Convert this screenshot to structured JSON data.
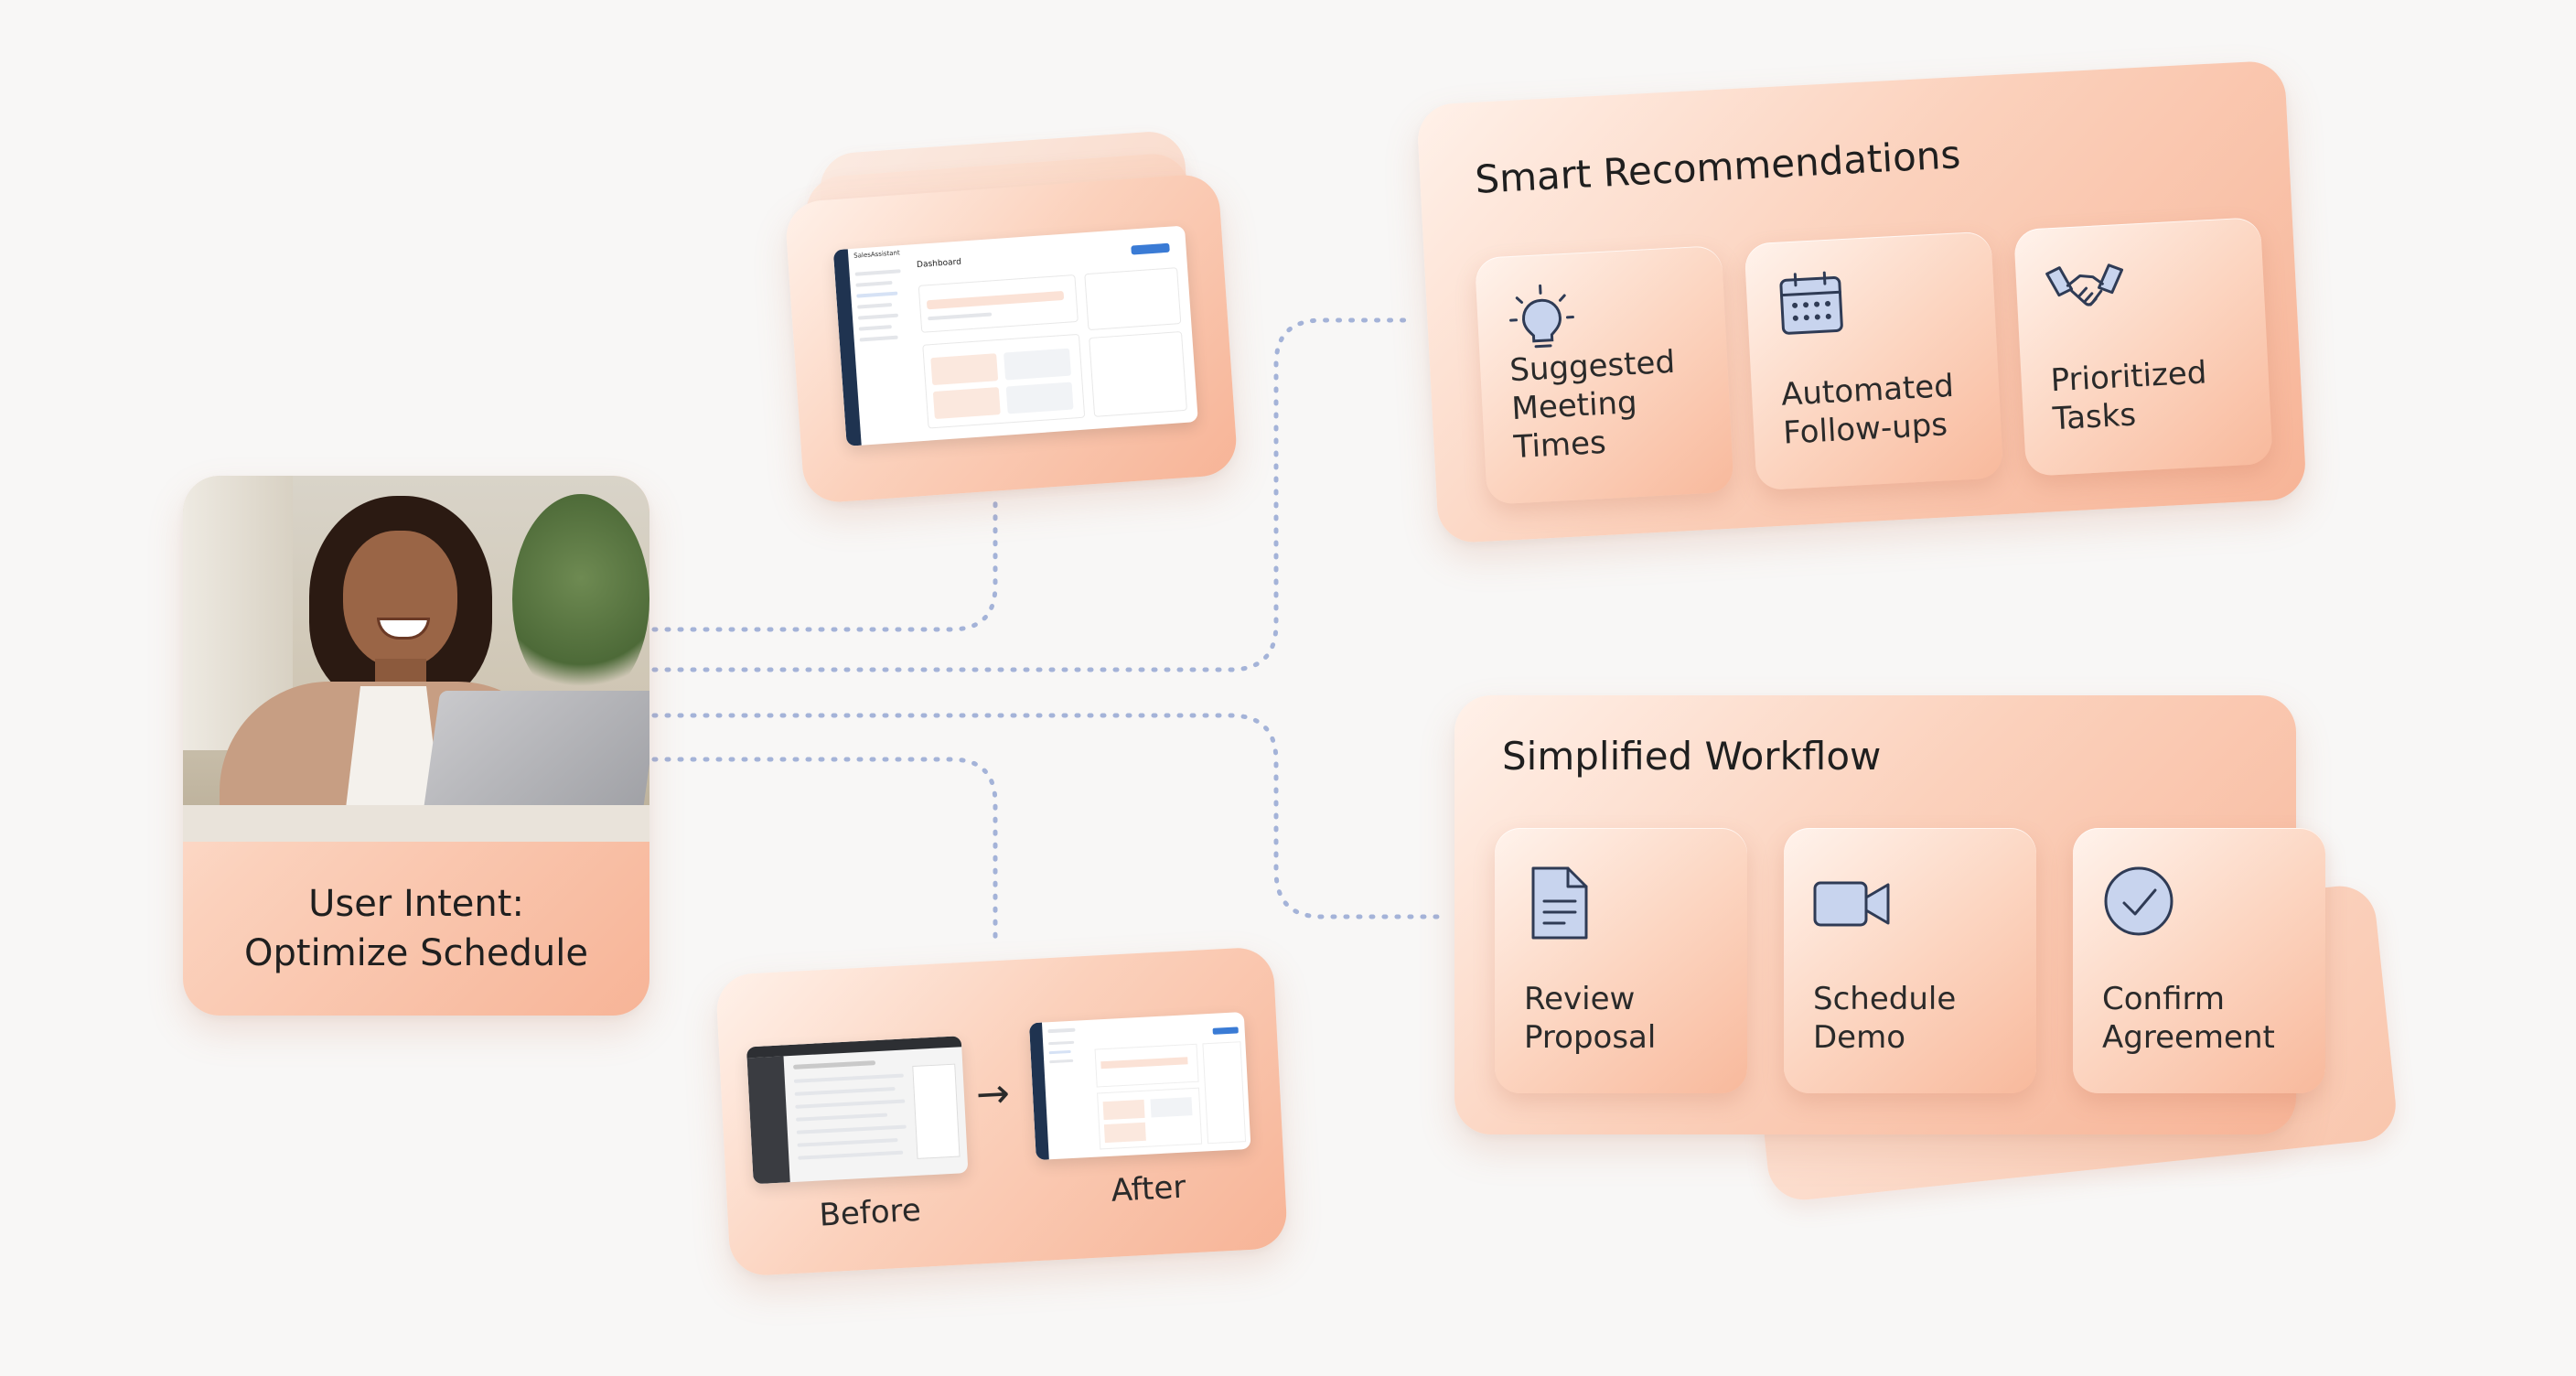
{
  "user_intent": {
    "label_line1": "User Intent:",
    "label_line2": "Optimize Schedule"
  },
  "dashboard_preview": {
    "app_name": "SalesAssistant",
    "page_title": "Dashboard"
  },
  "smart_recommendations": {
    "title": "Smart Recommendations",
    "items": [
      {
        "label": "Suggested\nMeeting Times",
        "icon": "lightbulb-icon"
      },
      {
        "label": "Automated\nFollow-ups",
        "icon": "calendar-icon"
      },
      {
        "label": "Prioritized\nTasks",
        "icon": "handshake-icon"
      }
    ]
  },
  "simplified_workflow": {
    "title": "Simplified Workflow",
    "steps": [
      {
        "label": "Review\nProposal",
        "icon": "document-icon"
      },
      {
        "label": "Schedule\nDemo",
        "icon": "video-camera-icon"
      },
      {
        "label": "Confirm\nAgreement",
        "icon": "checkmark-circle-icon"
      }
    ]
  },
  "before_after": {
    "before_label": "Before",
    "after_label": "After",
    "arrow": "→"
  },
  "colors": {
    "peach_light": "#fff1e9",
    "peach": "#f7b497",
    "connector": "#9fb0d6",
    "sidebar_dark": "#1f3350"
  }
}
